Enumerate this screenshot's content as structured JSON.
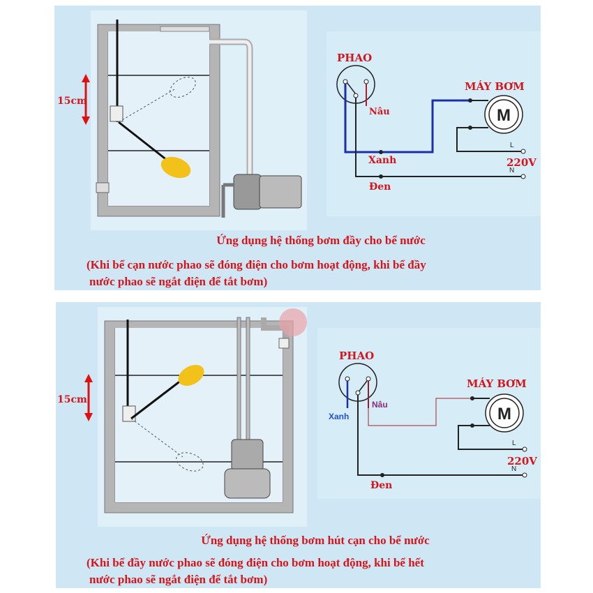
{
  "top": {
    "height_label": "15cm",
    "float_label": "PHAO",
    "pump_label": "MÁY BƠM",
    "motor_symbol": "M",
    "wire_brown": "Nâu",
    "wire_blue": "Xanh",
    "wire_black": "Đen",
    "line_l": "L",
    "line_n": "N",
    "voltage": "220V",
    "title": "Ứng dụng hệ thống bơm đầy cho bể nước",
    "desc_line1": "(Khi bể cạn nước phao sẽ đóng điện cho bơm hoạt động, khi bể đầy",
    "desc_line2": "nước phao sẽ ngắt điện để tắt bơm)"
  },
  "bottom": {
    "height_label": "15cm",
    "float_label": "PHAO",
    "pump_label": "MÁY BƠM",
    "motor_symbol": "M",
    "wire_brown": "Nâu",
    "wire_blue": "Xanh",
    "wire_black": "Đen",
    "line_l": "L",
    "line_n": "N",
    "voltage": "220V",
    "title": "Ứng dụng hệ thống bơm hút cạn cho bể nước",
    "desc_line1": "(Khi bể đầy nước phao sẽ đóng điện cho bơm hoạt động, khi bể hết",
    "desc_line2": "nước phao sẽ ngắt điện để tắt bơm)"
  },
  "colors": {
    "panel": "#cfe7f4",
    "text": "#d4161c",
    "blue_wire": "#1b2fa8",
    "brown_wire": "#b01e2a"
  }
}
